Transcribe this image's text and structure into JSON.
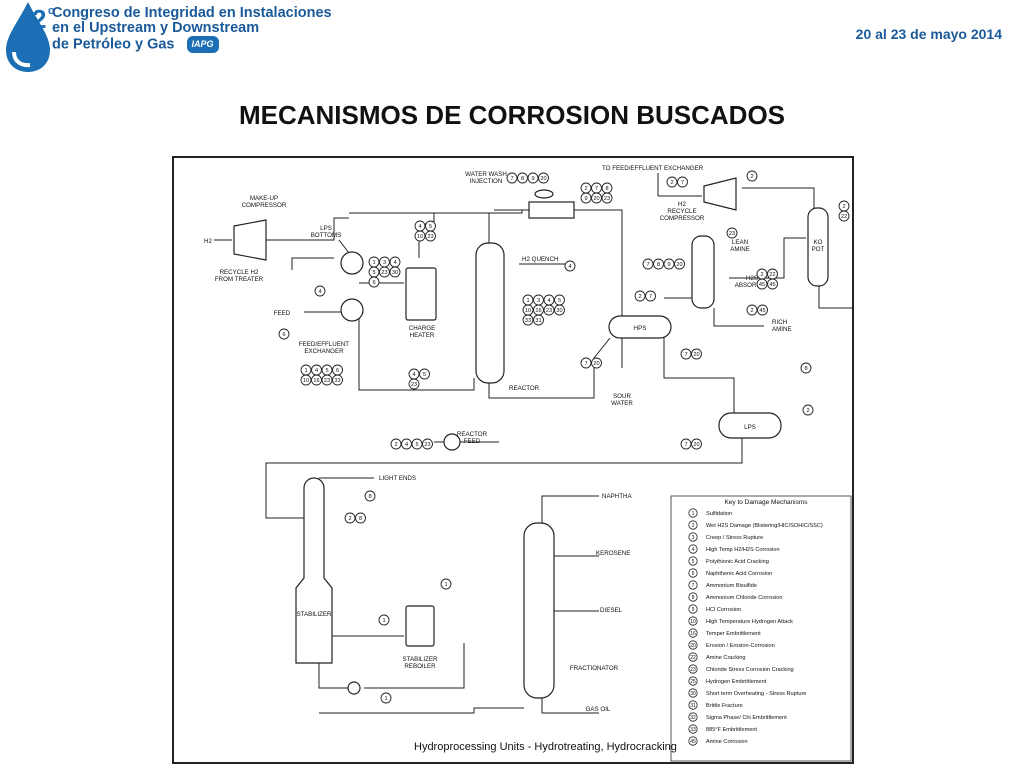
{
  "header": {
    "logo_number": "2",
    "logo_sup": "o",
    "title_lines": [
      "Congreso de Integridad en Instalaciones",
      "en el Upstream y Downstream",
      "de Petróleo y Gas"
    ],
    "logo_iapg": "IAPG",
    "date": "20 al 23 de mayo 2014"
  },
  "slide_title": "MECANISMOS DE CORROSION BUSCADOS",
  "diagram": {
    "caption": "Hydroprocessing Units - Hydrotreating, Hydrocracking",
    "labels": {
      "h2_in": "H2",
      "makeup_compressor": [
        "MAKE-UP",
        "COMPRESSOR"
      ],
      "recycle_h2": [
        "RECYCLE H2",
        "FROM TREATER"
      ],
      "lps_bottoms": [
        "LPS",
        "BOTTOMS"
      ],
      "feed": "FEED",
      "feed_effluent_exchanger": [
        "FEED/EFFLUENT",
        "EXCHANGER"
      ],
      "charge_heater": [
        "CHARGE",
        "HEATER"
      ],
      "water_wash": [
        "WATER WASH",
        "INJECTION"
      ],
      "h2_quench": "H2 QUENCH",
      "reactor": "REACTOR",
      "to_feed_effluent": "TO FEED/EFFLUENT EXCHANGER",
      "h2_recycle_compressor": [
        "H2",
        "RECYCLE",
        "COMPRESSOR"
      ],
      "lean_amine": [
        "LEAN",
        "AMINE"
      ],
      "h2s_absorber": [
        "H2S",
        "ABSORBER"
      ],
      "ko_pot": [
        "KO",
        "POT"
      ],
      "rich_amine": [
        "RICH",
        "AMINE"
      ],
      "hps": "HPS",
      "sour_water": [
        "SOUR",
        "WATER"
      ],
      "lps": "LPS",
      "reactor_feed": [
        "REACTOR",
        "FEED"
      ],
      "light_ends": "LIGHT ENDS",
      "stabilizer": "STABILIZER",
      "stabilizer_reboiler": [
        "STABILIZER",
        "REBOILER"
      ],
      "naphtha": "NAPHTHA",
      "kerosene": "KEROSENE",
      "diesel": "DIESEL",
      "fractionator": "FRACTIONATOR",
      "gas_oil": "GAS OIL"
    },
    "legend_title": "Key to Damage Mechanisms",
    "legend": [
      {
        "n": "1",
        "text": "Sulfidation"
      },
      {
        "n": "2",
        "text": "Wet H2S Damage (Blistering/HIC/SOHIC/SSC)"
      },
      {
        "n": "3",
        "text": "Creep / Stress Rupture"
      },
      {
        "n": "4",
        "text": "High Temp H2/H2S Corrosion"
      },
      {
        "n": "5",
        "text": "Polythionic Acid Cracking"
      },
      {
        "n": "6",
        "text": "Naphthenic Acid Corrosion"
      },
      {
        "n": "7",
        "text": "Ammonium Bisulfide"
      },
      {
        "n": "8",
        "text": "Ammonium Chloride Corrosion"
      },
      {
        "n": "9",
        "text": "HCl Corrosion"
      },
      {
        "n": "10",
        "text": "High Temperature Hydrogen Attack"
      },
      {
        "n": "16",
        "text": "Temper Embrittlement"
      },
      {
        "n": "20",
        "text": "Erosion / Erosion-Corrosion"
      },
      {
        "n": "22",
        "text": "Amine Cracking"
      },
      {
        "n": "23",
        "text": "Chloride Stress Corrosion Cracking"
      },
      {
        "n": "25",
        "text": "Hydrogen Embrittlement"
      },
      {
        "n": "30",
        "text": "Short term Overheating - Stress Rupture"
      },
      {
        "n": "31",
        "text": "Brittle Fracture"
      },
      {
        "n": "32",
        "text": "Sigma Phase/ Chi Embrittlement"
      },
      {
        "n": "33",
        "text": "885°F Embrittlement"
      },
      {
        "n": "45",
        "text": "Amine Corrosion"
      }
    ],
    "marker_groups": [
      {
        "id": "water-wash",
        "nums": [
          "7",
          "8",
          "9",
          "20"
        ]
      },
      {
        "id": "to-feed-effluent",
        "nums": [
          "2",
          "7"
        ]
      },
      {
        "id": "recycle-compressor",
        "nums": [
          "2"
        ]
      },
      {
        "id": "exchanger-top",
        "nums": [
          "2",
          "7",
          "8",
          "9",
          "20",
          "23"
        ]
      },
      {
        "id": "ko-pot",
        "nums": [
          "2",
          "22"
        ]
      },
      {
        "id": "lps-bottoms-line",
        "nums": [
          "4",
          "5",
          "10",
          "23"
        ]
      },
      {
        "id": "lps-exchanger",
        "nums": [
          "1",
          "3",
          "4",
          "5",
          "23",
          "30",
          "6"
        ]
      },
      {
        "id": "h2-quench",
        "nums": [
          "4"
        ]
      },
      {
        "id": "lean-amine",
        "nums": [
          "23"
        ]
      },
      {
        "id": "h2s-absorber",
        "nums": [
          "2",
          "22",
          "45",
          "45"
        ]
      },
      {
        "id": "reactor-outlet",
        "nums": [
          "7",
          "8",
          "9",
          "20"
        ]
      },
      {
        "id": "feed-line",
        "nums": [
          "4"
        ]
      },
      {
        "id": "feed",
        "nums": [
          "6"
        ]
      },
      {
        "id": "hps-in",
        "nums": [
          "2",
          "7"
        ]
      },
      {
        "id": "reactor",
        "nums": [
          "1",
          "3",
          "4",
          "5",
          "10",
          "16",
          "23",
          "30",
          "33",
          "31"
        ]
      },
      {
        "id": "rich-amine",
        "nums": [
          "2",
          "45"
        ]
      },
      {
        "id": "feed-effluent-exchanger",
        "nums": [
          "1",
          "4",
          "5",
          "6",
          "10",
          "16",
          "23",
          "33"
        ]
      },
      {
        "id": "sour-water",
        "nums": [
          "7",
          "20"
        ]
      },
      {
        "id": "hps-out",
        "nums": [
          "7",
          "20"
        ]
      },
      {
        "id": "heater-outlet",
        "nums": [
          "4",
          "5",
          "23"
        ]
      },
      {
        "id": "lps-in",
        "nums": [
          "8"
        ]
      },
      {
        "id": "lps-out",
        "nums": [
          "2"
        ]
      },
      {
        "id": "reactor-feed",
        "nums": [
          "2",
          "4",
          "5",
          "23"
        ]
      },
      {
        "id": "lps-bottom",
        "nums": [
          "7",
          "20"
        ]
      },
      {
        "id": "light-ends",
        "nums": [
          "8"
        ]
      },
      {
        "id": "stabilizer-top",
        "nums": [
          "2",
          "8"
        ]
      },
      {
        "id": "reboiler",
        "nums": [
          "1"
        ]
      },
      {
        "id": "reboiler-line",
        "nums": [
          "1"
        ]
      },
      {
        "id": "stabilizer-bottom",
        "nums": [
          "1"
        ]
      }
    ]
  }
}
